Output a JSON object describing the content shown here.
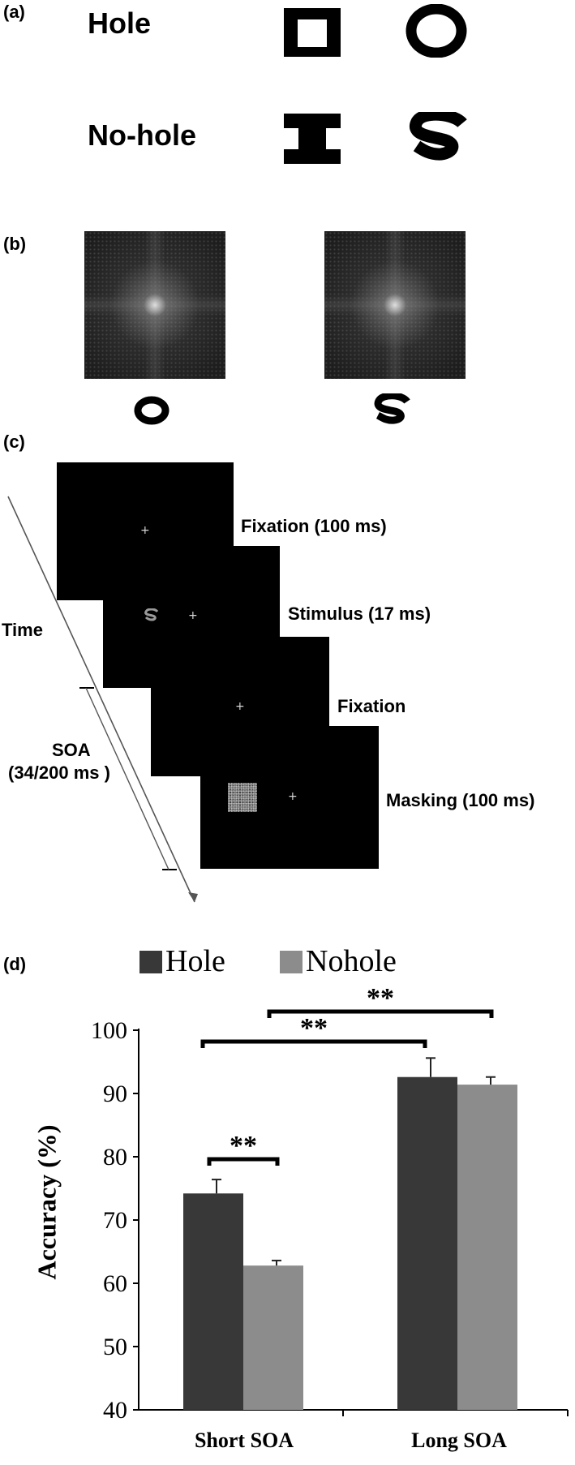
{
  "panel_a": {
    "label": "(a)",
    "row1_label": "Hole",
    "row2_label": "No-hole",
    "shapes": [
      "square-with-hole-icon",
      "ring-o-icon",
      "h-shape-icon",
      "s-shape-icon"
    ]
  },
  "panel_b": {
    "label": "(b)",
    "stimuli": [
      "ring-o-icon",
      "s-shape-icon"
    ]
  },
  "panel_c": {
    "label": "(c)",
    "time_label": "Time",
    "soa_label_1": "SOA",
    "soa_label_2": "(34/200 ms )",
    "steps": [
      "Fixation (100 ms)",
      "Stimulus (17 ms)",
      "Fixation",
      "Masking (100 ms)"
    ]
  },
  "panel_d": {
    "label": "(d)",
    "significance": "**"
  },
  "chart_data": {
    "type": "bar",
    "categories": [
      "Short SOA",
      "Long SOA"
    ],
    "series": [
      {
        "name": "Hole",
        "values": [
          74.2,
          92.6
        ],
        "errors": [
          2.2,
          3.0
        ],
        "color": "#383838"
      },
      {
        "name": "Nohole",
        "values": [
          62.8,
          91.4
        ],
        "errors": [
          0.8,
          1.2
        ],
        "color": "#8c8c8c"
      }
    ],
    "ylabel": "Accuracy (%)",
    "xlabel": "",
    "ylim": [
      40,
      100
    ],
    "yticks": [
      40,
      50,
      60,
      70,
      80,
      90,
      100
    ],
    "legend_position": "top",
    "grid": false
  }
}
